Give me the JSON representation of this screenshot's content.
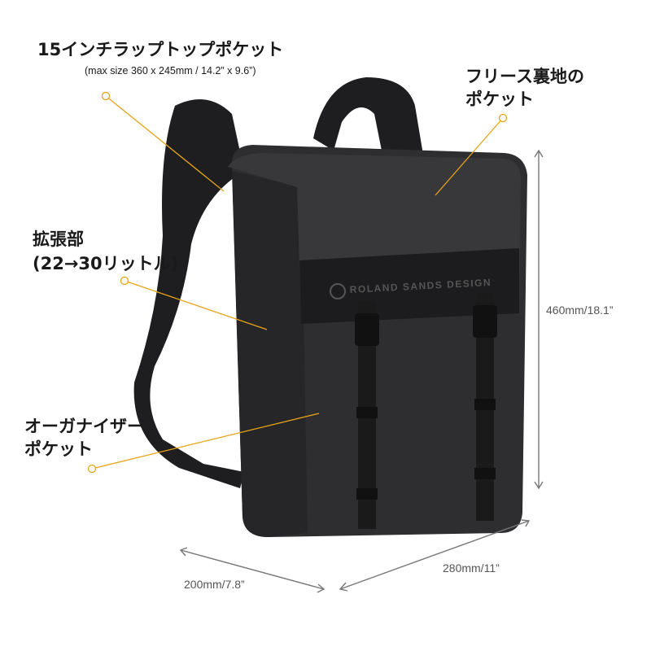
{
  "labels": {
    "laptop_pocket": "15インチラップトップポケット",
    "laptop_pocket_size": "(max size 360 x 245mm / 14.2” x 9.6”)",
    "fleece_pocket_line1": "フリース裏地の",
    "fleece_pocket_line2": "ポケット",
    "expansion_line1": "拡張部",
    "expansion_line2": "(22→30リットル)",
    "organizer_line1": "オーガナイザー",
    "organizer_line2": "ポケット"
  },
  "dimensions": {
    "height": "460mm/18.1”",
    "depth": "200mm/7.8”",
    "width": "280mm/11”"
  },
  "brand": "ROLAND SANDS DESIGN",
  "colors": {
    "leader": "#e8a317",
    "dimension": "#777777",
    "bag": "#2b2b2d"
  }
}
